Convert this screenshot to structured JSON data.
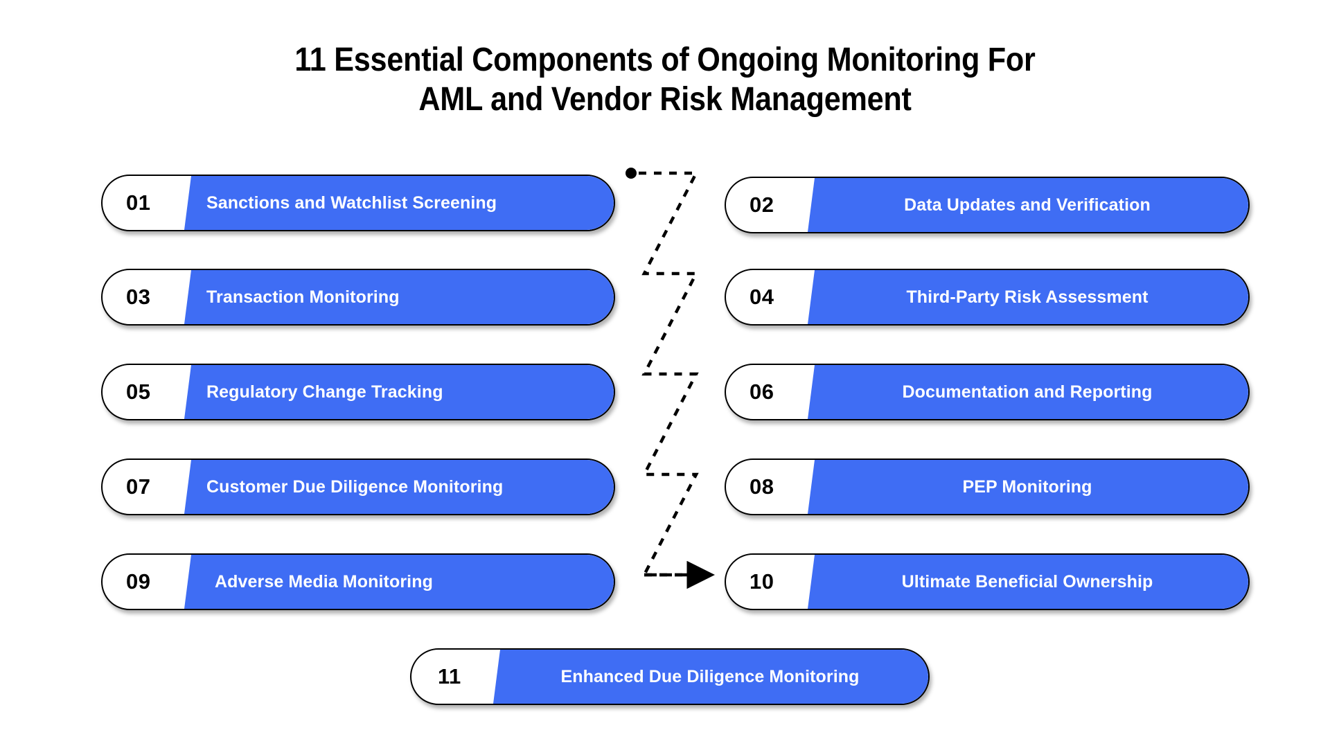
{
  "page": {
    "background_color": "#ffffff",
    "accent_color": "#3f6df4",
    "border_color": "#000000",
    "number_text_color": "#000000",
    "label_text_color": "#ffffff"
  },
  "title": {
    "line1": "11 Essential Components of Ongoing Monitoring For",
    "line2": "AML and Vendor Risk Management",
    "full": "11 Essential Components of Ongoing Monitoring For AML and Vendor Risk Management"
  },
  "items": [
    {
      "number": "01",
      "label": "Sanctions and Watchlist Screening",
      "column": "left"
    },
    {
      "number": "02",
      "label": "Data Updates and Verification",
      "column": "right"
    },
    {
      "number": "03",
      "label": "Transaction Monitoring",
      "column": "left"
    },
    {
      "number": "04",
      "label": "Third-Party Risk Assessment",
      "column": "right"
    },
    {
      "number": "05",
      "label": "Regulatory Change Tracking",
      "column": "left"
    },
    {
      "number": "06",
      "label": "Documentation and Reporting",
      "column": "right"
    },
    {
      "number": "07",
      "label": "Customer Due Diligence Monitoring",
      "column": "left"
    },
    {
      "number": "08",
      "label": "PEP Monitoring",
      "column": "right"
    },
    {
      "number": "09",
      "label": "Adverse Media Monitoring",
      "column": "left"
    },
    {
      "number": "10",
      "label": "Ultimate Beneficial Ownership",
      "column": "right"
    },
    {
      "number": "11",
      "label": "Enhanced Due Diligence Monitoring",
      "column": "bottom"
    }
  ],
  "connector": {
    "style": "dashed-zigzag",
    "start_marker": "filled-circle",
    "end_marker": "arrowhead",
    "color": "#000000",
    "segments": 3
  }
}
